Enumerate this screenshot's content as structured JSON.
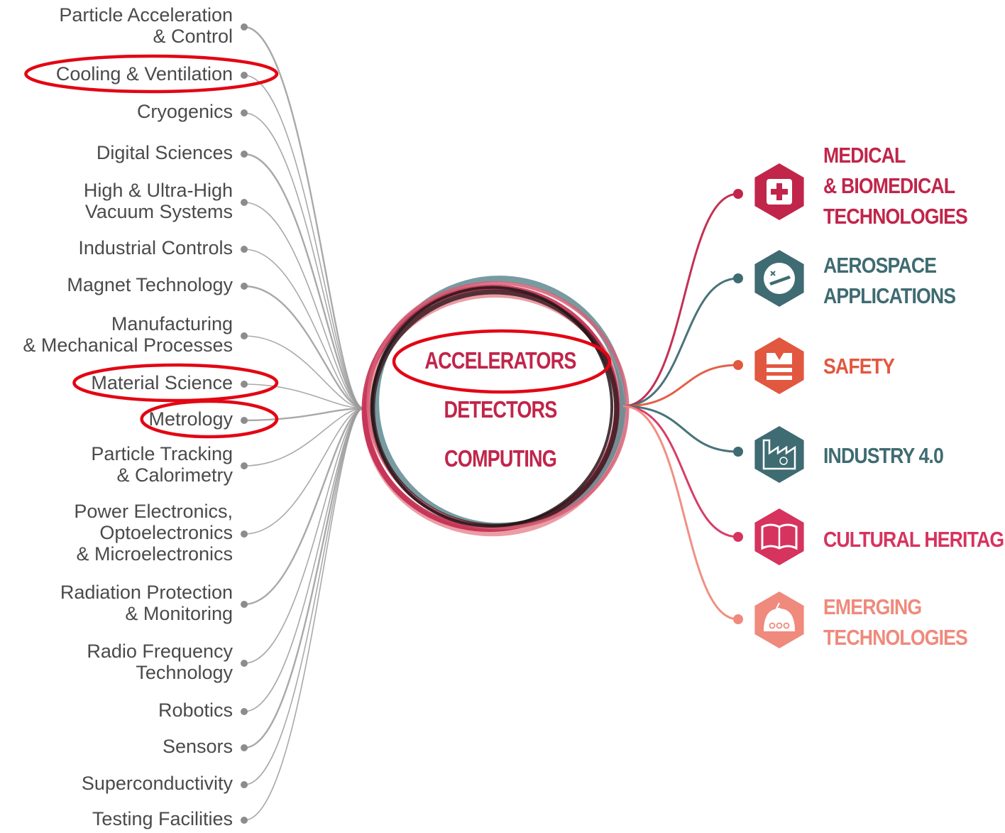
{
  "center": {
    "lines": [
      "ACCELERATORS",
      "DETECTORS",
      "COMPUTING"
    ]
  },
  "technologies": [
    {
      "lines": [
        "Particle Acceleration",
        "& Control"
      ]
    },
    {
      "lines": [
        "Cooling & Ventilation"
      ]
    },
    {
      "lines": [
        "Cryogenics"
      ]
    },
    {
      "lines": [
        "Digital Sciences"
      ]
    },
    {
      "lines": [
        "High & Ultra-High",
        "Vacuum Systems"
      ]
    },
    {
      "lines": [
        "Industrial Controls"
      ]
    },
    {
      "lines": [
        "Magnet Technology"
      ]
    },
    {
      "lines": [
        "Manufacturing",
        "& Mechanical Processes"
      ]
    },
    {
      "lines": [
        "Material Science"
      ]
    },
    {
      "lines": [
        "Metrology"
      ]
    },
    {
      "lines": [
        "Particle Tracking",
        "& Calorimetry"
      ]
    },
    {
      "lines": [
        "Power Electronics,",
        "Optoelectronics",
        "& Microelectronics"
      ]
    },
    {
      "lines": [
        "Radiation Protection",
        "& Monitoring"
      ]
    },
    {
      "lines": [
        "Radio Frequency",
        "Technology"
      ]
    },
    {
      "lines": [
        "Robotics"
      ]
    },
    {
      "lines": [
        "Sensors"
      ]
    },
    {
      "lines": [
        "Superconductivity"
      ]
    },
    {
      "lines": [
        "Testing Facilities"
      ]
    }
  ],
  "applications": [
    {
      "lines": [
        "MEDICAL",
        "& BIOMEDICAL",
        "TECHNOLOGIES"
      ],
      "color": "#c1254a",
      "icon": "medical-cross-icon"
    },
    {
      "lines": [
        "AEROSPACE",
        "APPLICATIONS"
      ],
      "color": "#3f6b72",
      "icon": "aerospace-plane-icon"
    },
    {
      "lines": [
        "SAFETY"
      ],
      "color": "#e2573f",
      "icon": "safety-vest-icon"
    },
    {
      "lines": [
        "INDUSTRY 4.0"
      ],
      "color": "#3f6b72",
      "icon": "factory-icon"
    },
    {
      "lines": [
        "CULTURAL HERITAGE"
      ],
      "color": "#d6335e",
      "icon": "book-icon"
    },
    {
      "lines": [
        "EMERGING",
        "TECHNOLOGIES"
      ],
      "color": "#ef8a7c",
      "icon": "robot-icon"
    }
  ],
  "highlighted": [
    "Cooling & Ventilation",
    "Material Science",
    "Metrology",
    "ACCELERATORS"
  ],
  "colors": {
    "highlight": "#e30613",
    "tech_text": "#4a4a4a",
    "tech_line": "#9a9a9a",
    "center_text": "#c1254a"
  }
}
